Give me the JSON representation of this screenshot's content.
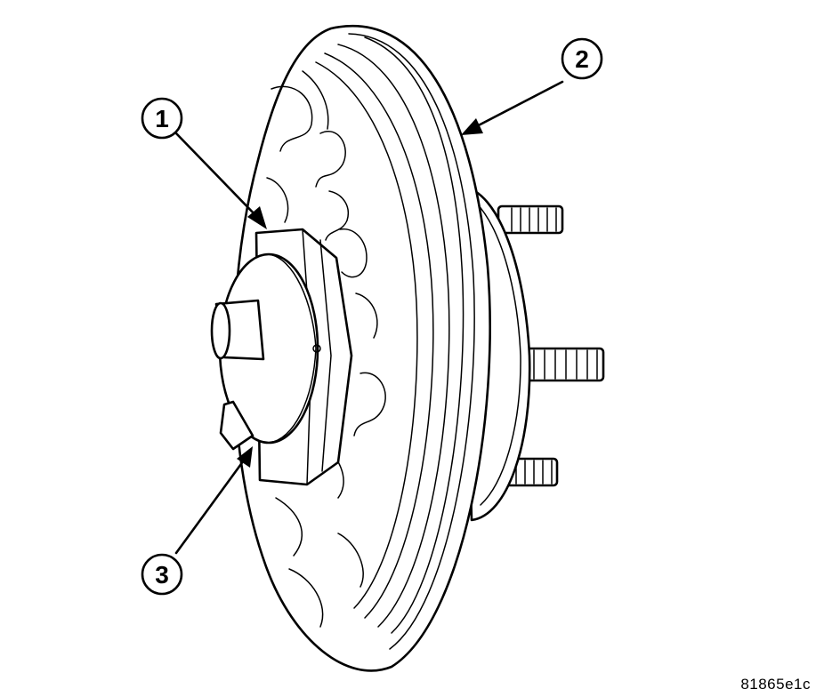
{
  "callouts": [
    {
      "id": "1",
      "label": "1"
    },
    {
      "id": "2",
      "label": "2"
    },
    {
      "id": "3",
      "label": "3"
    }
  ],
  "figure_id": "81865e1c"
}
